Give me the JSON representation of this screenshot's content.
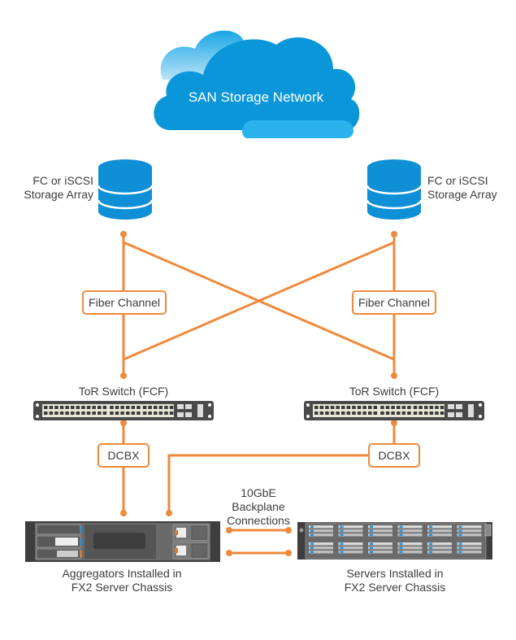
{
  "cloud": {
    "label": "SAN Storage Network",
    "icon": "cloud-icon"
  },
  "storage_left": {
    "line1": "FC or iSCSI",
    "line2": "Storage Array",
    "icon": "database-icon"
  },
  "storage_right": {
    "line1": "FC or iSCSI",
    "line2": "Storage Array",
    "icon": "database-icon"
  },
  "fiber_left": {
    "label": "Fiber Channel"
  },
  "fiber_right": {
    "label": "Fiber Channel"
  },
  "switch_left": {
    "label": "ToR Switch (FCF)",
    "icon": "network-switch-icon"
  },
  "switch_right": {
    "label": "ToR Switch (FCF)",
    "icon": "network-switch-icon"
  },
  "dcbx_left": {
    "label": "DCBX"
  },
  "dcbx_right": {
    "label": "DCBX"
  },
  "backplane": {
    "line1": "10GbE",
    "line2": "Backplane",
    "line3": "Connections"
  },
  "aggregators": {
    "line1": "Aggregators Installed in",
    "line2": "FX2 Server Chassis",
    "icon": "server-chassis-icon"
  },
  "servers": {
    "line1": "Servers Installed in",
    "line2": "FX2 Server Chassis",
    "icon": "server-chassis-icon"
  },
  "colors": {
    "link": "#ee8a3c",
    "cloud": "#0a96d8",
    "cloud_light": "#29b2ec",
    "database": "#0f8fd6",
    "device": "#4a4a4a"
  }
}
